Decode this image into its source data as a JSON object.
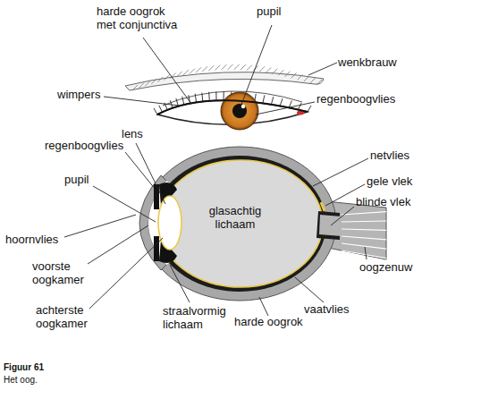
{
  "diagram": {
    "caption": "Het oog.",
    "labels": [
      "harde oogrok met conjunctiva",
      "pupil",
      "wenkbrauw",
      "wimpers",
      "regenboogvlies",
      "lens",
      "regenboogvlies",
      "netvlies",
      "pupil",
      "gele vlek",
      "blinde vlek",
      "glasachtig lichaam",
      "hoornvlies",
      "voorste oogkamer",
      "oogzenuw",
      "achterste oogkamer",
      "straalvormig lichaam",
      "vaatvlies",
      "harde oogrok",
      "Figuur 61"
    ]
  }
}
